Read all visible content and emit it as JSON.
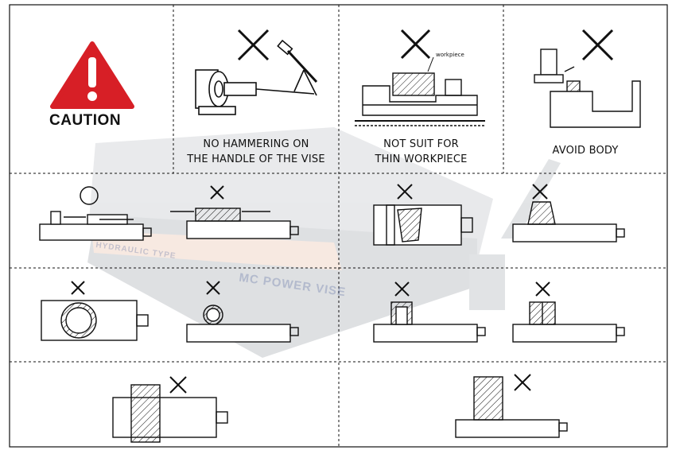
{
  "caution": {
    "label": "CAUTION",
    "icon": "warning-triangle-icon",
    "color": "#d71f26"
  },
  "panels": [
    {
      "label_lines": [
        "NO HAMMERING ON",
        "THE HANDLE OF THE VISE"
      ]
    },
    {
      "label_lines": [
        "NOT SUIT FOR",
        "THIN WORKPIECE"
      ],
      "callout": "workpiece"
    },
    {
      "label_lines": [
        "AVOID BODY"
      ]
    }
  ],
  "background_product": {
    "text_1": "MC POWER VISE",
    "text_2": "HYDRAULIC TYPE",
    "accent_color": "#e9a27a"
  },
  "symbols": {
    "prohibited": "cross-mark-icon",
    "allowed": "circle-mark-icon"
  }
}
